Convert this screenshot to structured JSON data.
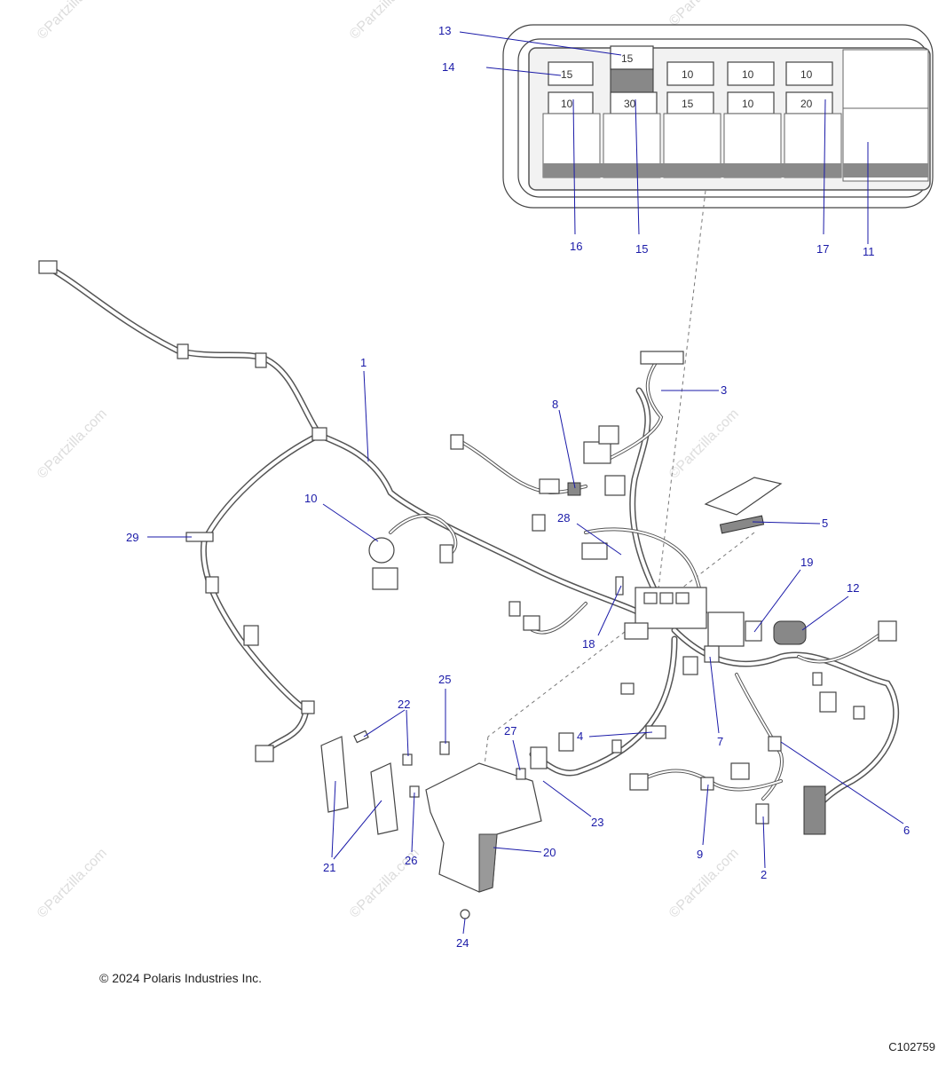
{
  "copyright": "© 2024 Polaris Industries Inc.",
  "drawing_id": "C102759",
  "watermark": "©Partzilla.com",
  "fuse_box": {
    "top_row": [
      "15",
      "15",
      "10",
      "10",
      "10"
    ],
    "bottom_row": [
      "10",
      "30",
      "15",
      "10",
      "20"
    ]
  },
  "callouts": {
    "c1": "1",
    "c2": "2",
    "c3": "3",
    "c4": "4",
    "c5": "5",
    "c6": "6",
    "c7": "7",
    "c8": "8",
    "c9": "9",
    "c10": "10",
    "c11": "11",
    "c12": "12",
    "c13": "13",
    "c14": "14",
    "c15a": "15",
    "c16": "16",
    "c17": "17",
    "c18": "18",
    "c19": "19",
    "c20": "20",
    "c21": "21",
    "c22": "22",
    "c23": "23",
    "c24": "24",
    "c25": "25",
    "c26": "26",
    "c27": "27",
    "c28": "28",
    "c29": "29"
  }
}
